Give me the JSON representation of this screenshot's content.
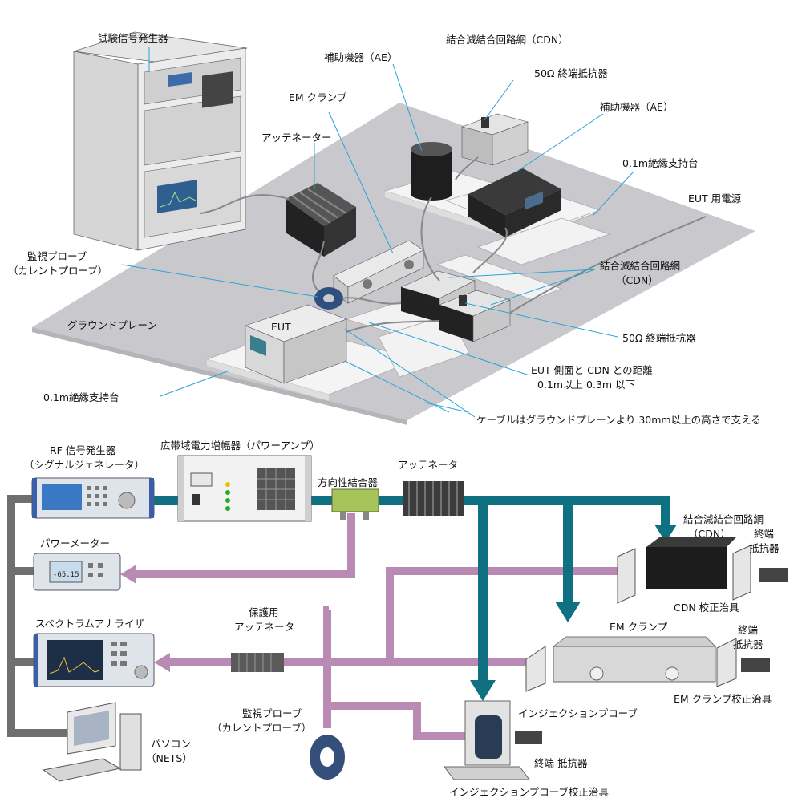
{
  "top_labels": {
    "test_signal_generator": "試験信号発生器",
    "auxiliary_equipment_1": "補助機器（AE）",
    "cdn_1": "結合減結合回路網（CDN）",
    "termination_50ohm_1": "50Ω 終端抵抗器",
    "em_clamp": "EM クランプ",
    "attenuator": "アッテネーター",
    "auxiliary_equipment_2": "補助機器（AE）",
    "insulating_support_1": "0.1m絶縁支持台",
    "eut_power": "EUT 用電源",
    "monitor_probe_line1": "監視プローブ",
    "monitor_probe_line2": "（カレントプローブ）",
    "cdn_2_line1": "結合減結合回路網",
    "cdn_2_line2": "（CDN）",
    "ground_plane": "グラウンドプレーン",
    "eut": "EUT",
    "termination_50ohm_2": "50Ω 終端抵抗器",
    "distance_line1": "EUT 側面と CDN との距離",
    "distance_line2": "0.1m以上 0.3m 以下",
    "insulating_support_2": "0.1m絶縁支持台",
    "cable_note": "ケーブルはグラウンドプレーンより 30mm以上の高さで支える"
  },
  "bottom_labels": {
    "rf_generator_line1": "RF 信号発生器",
    "rf_generator_line2": "（シグナルジェネレータ）",
    "power_amp": "広帯域電力増幅器（パワーアンプ）",
    "directional_coupler": "方向性結合器",
    "attenuator": "アッテネータ",
    "power_meter": "パワーメーター",
    "spectrum_analyzer": "スペクトラムアナライザ",
    "protective_attenuator_line1": "保護用",
    "protective_attenuator_line2": "アッテネータ",
    "cdn_line1": "結合減結合回路網",
    "cdn_line2": "（CDN）",
    "termination_1_line1": "終端",
    "termination_1_line2": "抵抗器",
    "cdn_fixture": "CDN 校正治具",
    "em_clamp": "EM クランプ",
    "termination_2_line1": "終端",
    "termination_2_line2": "抵抗器",
    "em_clamp_fixture": "EM クランプ校正治具",
    "injection_probe": "インジェクションプローブ",
    "termination_3": "終端 抵抗器",
    "injection_fixture": "インジェクションプローブ校正治具",
    "monitor_probe_line1": "監視プローブ",
    "monitor_probe_line2": "（カレントプローブ）",
    "pc_line1": "パソコン",
    "pc_line2": "（NETS）",
    "power_meter_reading": "-65.15"
  },
  "colors": {
    "ground_plane": "#c9c9cd",
    "leader_line": "#29a4d8",
    "rf_path": "#0f7081",
    "measure_path": "#b88ab4",
    "control_path": "#6f6f6f"
  }
}
